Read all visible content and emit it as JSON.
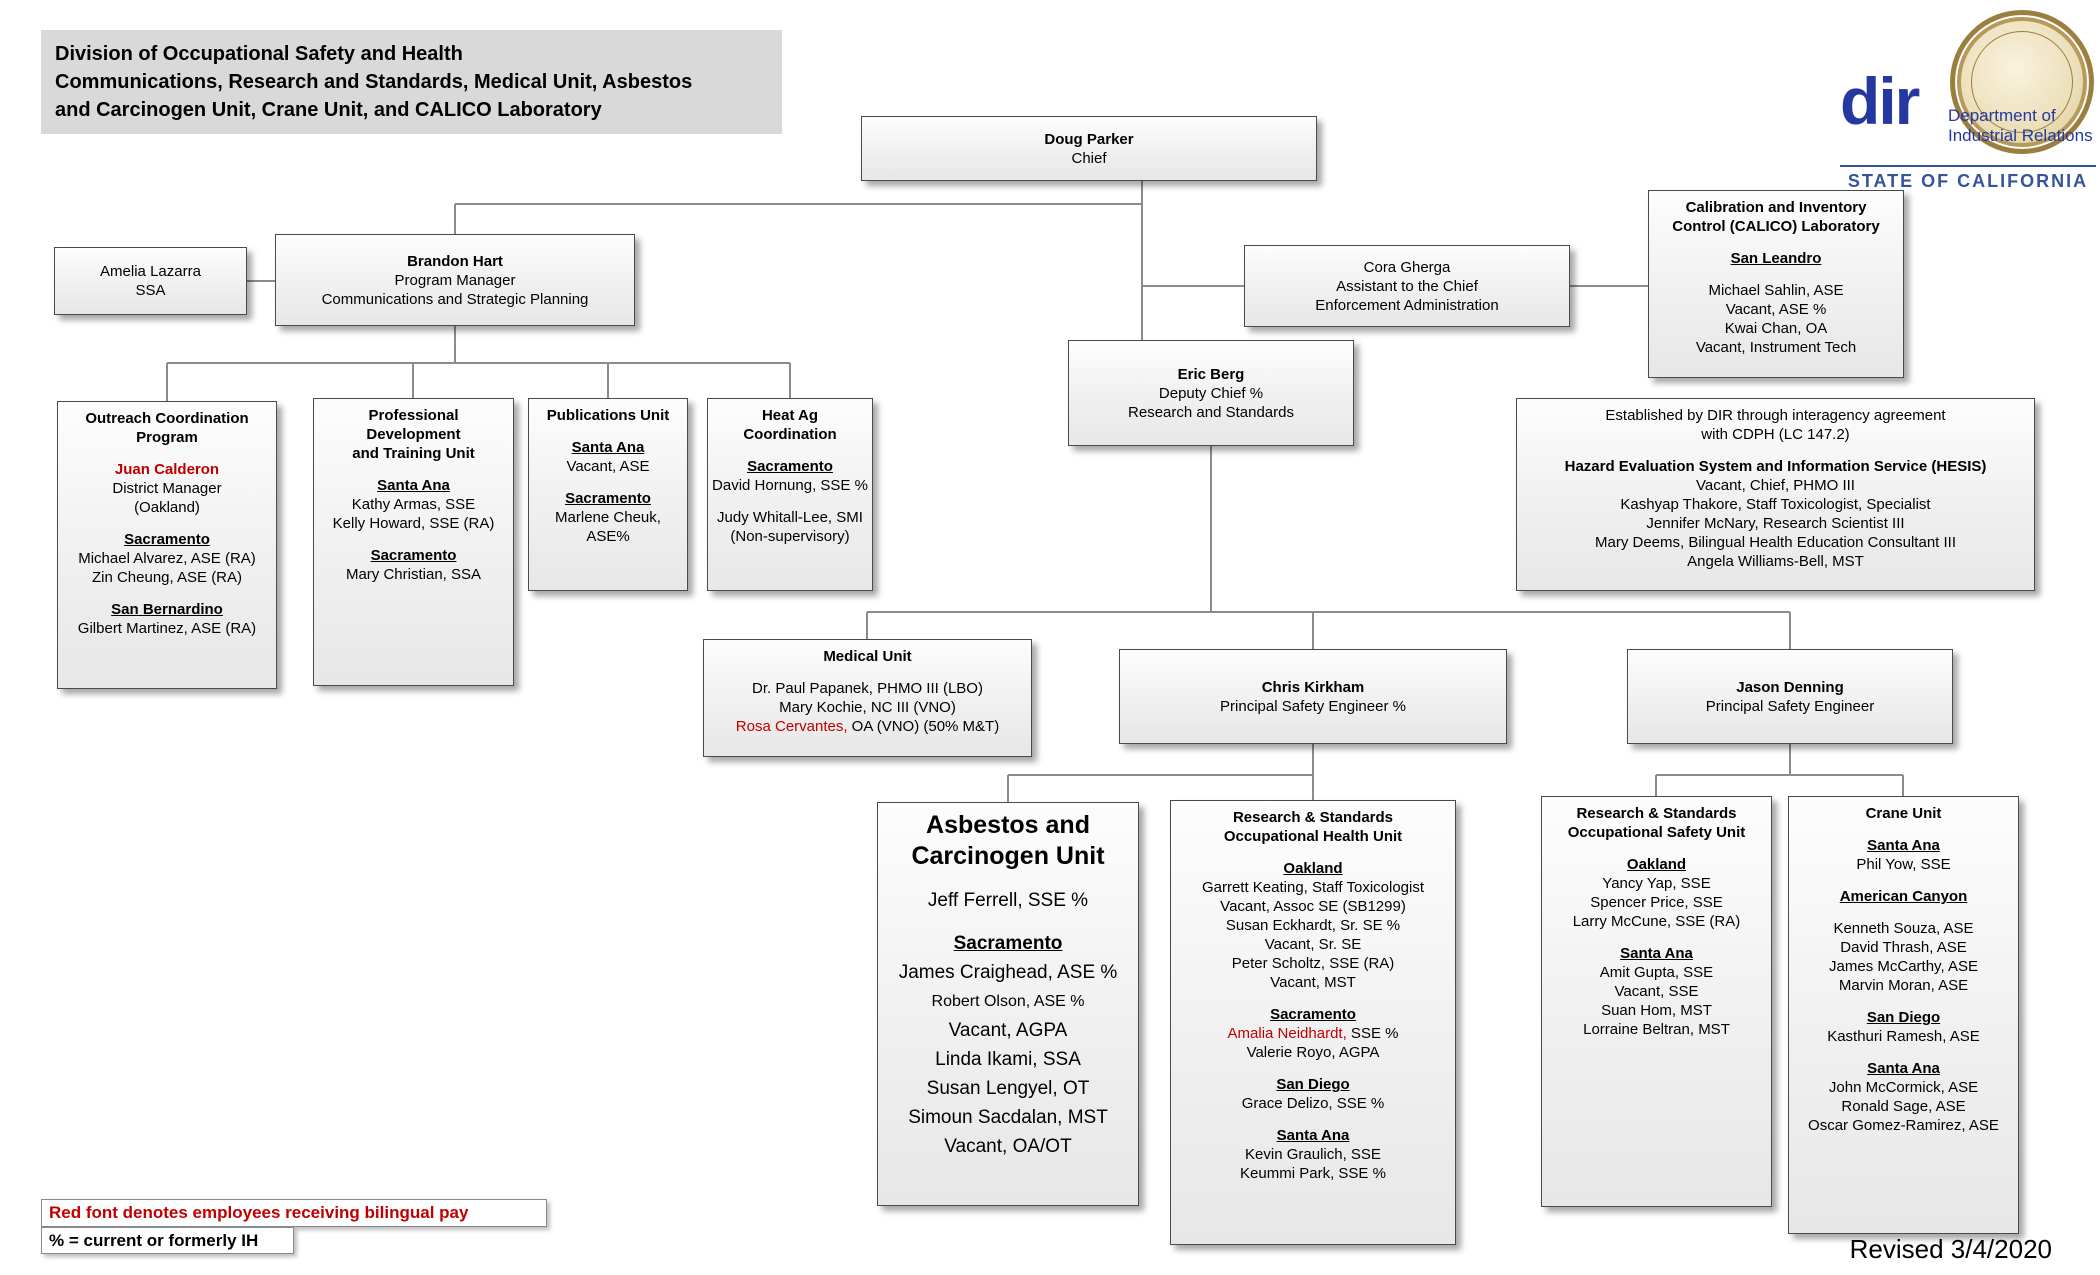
{
  "title_block": {
    "lines": [
      "Division of Occupational Safety and Health",
      "Communications, Research and Standards, Medical Unit, Asbestos",
      "and Carcinogen Unit, Crane Unit, and CALICO Laboratory"
    ]
  },
  "logo": {
    "wordmark": "dir",
    "department": [
      "Department of",
      "Industrial Relations"
    ],
    "state": "STATE OF CALIFORNIA"
  },
  "legend": {
    "bilingual_note": "Red font denotes employees receiving bilingual pay",
    "ih_note": "% = current or formerly IH"
  },
  "revised": "Revised 3/4/2020",
  "colors": {
    "red_text": "#c00000",
    "dir_blue": "#2438a0",
    "connector_gray": "#8c8c8c"
  },
  "boxes": {
    "doug_parker": [
      {
        "text": "Doug Parker",
        "style": "bold"
      },
      {
        "text": "Chief"
      }
    ],
    "brandon_hart": [
      {
        "text": "Brandon Hart",
        "style": "bold"
      },
      {
        "text": "Program Manager"
      },
      {
        "text": "Communications and Strategic Planning"
      }
    ],
    "amelia_lazarra": [
      {
        "text": "Amelia Lazarra"
      },
      {
        "text": "SSA"
      }
    ],
    "cora_gherga": [
      {
        "text": "Cora Gherga"
      },
      {
        "text": "Assistant to the Chief"
      },
      {
        "text": "Enforcement Administration"
      }
    ],
    "calico": [
      {
        "text": "Calibration and Inventory",
        "style": "bold"
      },
      {
        "text": "Control (CALICO) Laboratory",
        "style": "bold"
      },
      {
        "style": "spacer"
      },
      {
        "text": "San Leandro",
        "style": "city"
      },
      {
        "style": "spacer"
      },
      {
        "text": "Michael Sahlin, ASE"
      },
      {
        "text": "Vacant, ASE %"
      },
      {
        "text": "Kwai Chan, OA"
      },
      {
        "text": "Vacant, Instrument Tech"
      }
    ],
    "eric_berg": [
      {
        "text": "Eric Berg",
        "style": "bold"
      },
      {
        "text": "Deputy Chief %"
      },
      {
        "text": "Research and Standards"
      }
    ],
    "outreach": [
      {
        "text": "Outreach Coordination",
        "style": "bold"
      },
      {
        "text": "Program",
        "style": "bold"
      },
      {
        "style": "spacer"
      },
      {
        "text": "Juan Calderon",
        "style": "red-bold"
      },
      {
        "text": "District Manager"
      },
      {
        "text": "(Oakland)"
      },
      {
        "style": "spacer"
      },
      {
        "text": "Sacramento",
        "style": "city"
      },
      {
        "text": "Michael Alvarez, ASE (RA)"
      },
      {
        "text": "Zin Cheung, ASE (RA)"
      },
      {
        "style": "spacer"
      },
      {
        "text": "San Bernardino",
        "style": "city"
      },
      {
        "text": "Gilbert Martinez, ASE (RA)"
      }
    ],
    "prof_dev": [
      {
        "text": "Professional",
        "style": "bold"
      },
      {
        "text": "Development",
        "style": "bold"
      },
      {
        "text": "and Training Unit",
        "style": "bold"
      },
      {
        "style": "spacer"
      },
      {
        "text": "Santa Ana",
        "style": "city"
      },
      {
        "text": "Kathy Armas, SSE"
      },
      {
        "text": "Kelly Howard, SSE (RA)"
      },
      {
        "style": "spacer"
      },
      {
        "text": "Sacramento",
        "style": "city"
      },
      {
        "text": "Mary Christian, SSA"
      }
    ],
    "publications": [
      {
        "text": "Publications Unit",
        "style": "bold"
      },
      {
        "style": "spacer"
      },
      {
        "text": "Santa Ana",
        "style": "city"
      },
      {
        "text": "Vacant, ASE"
      },
      {
        "style": "spacer"
      },
      {
        "text": "Sacramento",
        "style": "city"
      },
      {
        "text": "Marlene Cheuk,"
      },
      {
        "text": "ASE%"
      }
    ],
    "heat_ag": [
      {
        "text": "Heat Ag",
        "style": "bold"
      },
      {
        "text": "Coordination",
        "style": "bold"
      },
      {
        "style": "spacer"
      },
      {
        "text": "Sacramento",
        "style": "city"
      },
      {
        "text": "David Hornung, SSE %"
      },
      {
        "style": "spacer"
      },
      {
        "text": "Judy Whitall-Lee, SMI"
      },
      {
        "text": "(Non-supervisory)"
      }
    ],
    "hesis": [
      {
        "text": "Established by DIR through interagency agreement"
      },
      {
        "text": "with CDPH (LC 147.2)"
      },
      {
        "style": "spacer"
      },
      {
        "text": "Hazard Evaluation System and Information Service (HESIS)",
        "style": "bold"
      },
      {
        "text": "Vacant, Chief, PHMO III"
      },
      {
        "text": "Kashyap Thakore, Staff Toxicologist, Specialist"
      },
      {
        "text": "Jennifer McNary, Research Scientist III"
      },
      {
        "text": "Mary Deems, Bilingual Health Education Consultant III"
      },
      {
        "text": "Angela Williams-Bell, MST"
      }
    ],
    "medical": [
      {
        "text": "Medical Unit",
        "style": "bold"
      },
      {
        "style": "spacer"
      },
      {
        "text": "Dr. Paul Papanek, PHMO III (LBO)"
      },
      {
        "text": "Mary Kochie, NC III (VNO)"
      },
      {
        "parts": [
          {
            "text": "Rosa Cervantes,",
            "style": "red"
          },
          {
            "text": " OA (VNO)  (50% M&T)",
            "style": "normal"
          }
        ]
      }
    ],
    "chris_kirkham": [
      {
        "text": "Chris Kirkham",
        "style": "bold"
      },
      {
        "text": "Principal Safety Engineer %"
      }
    ],
    "jason_denning": [
      {
        "text": "Jason Denning",
        "style": "bold"
      },
      {
        "text": "Principal Safety Engineer"
      }
    ],
    "asbestos": [
      {
        "text": "Asbestos and",
        "style": "title-lg"
      },
      {
        "text": "Carcinogen Unit",
        "style": "title-lg"
      },
      {
        "style": "spacer"
      },
      {
        "text": "Jeff Ferrell, SSE %"
      },
      {
        "style": "spacer"
      },
      {
        "text": "Sacramento",
        "style": "city"
      },
      {
        "text": "James Craighead, ASE %"
      },
      {
        "text": "Robert Olson, ASE %",
        "style": "small"
      },
      {
        "text": "Vacant, AGPA"
      },
      {
        "text": "Linda Ikami, SSA"
      },
      {
        "text": "Susan Lengyel, OT"
      },
      {
        "text": "Simoun Sacdalan, MST"
      },
      {
        "text": "Vacant, OA/OT"
      }
    ],
    "rs_health": [
      {
        "text": "Research & Standards",
        "style": "bold"
      },
      {
        "text": "Occupational Health Unit",
        "style": "bold"
      },
      {
        "style": "spacer"
      },
      {
        "text": "Oakland",
        "style": "city"
      },
      {
        "text": "Garrett Keating, Staff Toxicologist"
      },
      {
        "text": "Vacant, Assoc SE (SB1299)"
      },
      {
        "text": "Susan Eckhardt, Sr. SE %"
      },
      {
        "text": "Vacant, Sr. SE"
      },
      {
        "text": "Peter Scholtz, SSE (RA)"
      },
      {
        "text": "Vacant, MST"
      },
      {
        "style": "spacer"
      },
      {
        "text": "Sacramento",
        "style": "city"
      },
      {
        "parts": [
          {
            "text": "Amalia Neidhardt,",
            "style": "red"
          },
          {
            "text": " SSE %",
            "style": "normal"
          }
        ]
      },
      {
        "text": "Valerie Royo, AGPA"
      },
      {
        "style": "spacer"
      },
      {
        "text": "San Diego",
        "style": "city"
      },
      {
        "text": "Grace Delizo, SSE %"
      },
      {
        "style": "spacer"
      },
      {
        "text": "Santa Ana",
        "style": "city"
      },
      {
        "text": "Kevin Graulich, SSE"
      },
      {
        "text": "Keummi Park, SSE %"
      }
    ],
    "rs_safety": [
      {
        "text": "Research & Standards",
        "style": "bold"
      },
      {
        "text": "Occupational Safety Unit",
        "style": "bold"
      },
      {
        "style": "spacer"
      },
      {
        "text": "Oakland",
        "style": "city"
      },
      {
        "text": "Yancy Yap, SSE"
      },
      {
        "text": "Spencer Price, SSE"
      },
      {
        "text": "Larry McCune, SSE (RA)"
      },
      {
        "style": "spacer"
      },
      {
        "text": "Santa Ana",
        "style": "city"
      },
      {
        "text": "Amit Gupta, SSE"
      },
      {
        "text": "Vacant, SSE"
      },
      {
        "text": "Suan Hom, MST"
      },
      {
        "text": "Lorraine Beltran, MST"
      }
    ],
    "crane": [
      {
        "text": "Crane Unit",
        "style": "bold"
      },
      {
        "style": "spacer"
      },
      {
        "text": "Santa Ana",
        "style": "city"
      },
      {
        "text": "Phil Yow, SSE"
      },
      {
        "style": "spacer"
      },
      {
        "text": "American Canyon",
        "style": "city"
      },
      {
        "style": "spacer"
      },
      {
        "text": "Kenneth Souza, ASE"
      },
      {
        "text": "David Thrash, ASE"
      },
      {
        "text": "James McCarthy, ASE"
      },
      {
        "text": "Marvin Moran, ASE"
      },
      {
        "style": "spacer"
      },
      {
        "text": "San Diego",
        "style": "city"
      },
      {
        "text": "Kasthuri Ramesh, ASE"
      },
      {
        "style": "spacer"
      },
      {
        "text": "Santa Ana",
        "style": "city"
      },
      {
        "text": "John McCormick, ASE"
      },
      {
        "text": "Ronald Sage, ASE"
      },
      {
        "text": "Oscar Gomez-Ramirez, ASE"
      }
    ]
  }
}
